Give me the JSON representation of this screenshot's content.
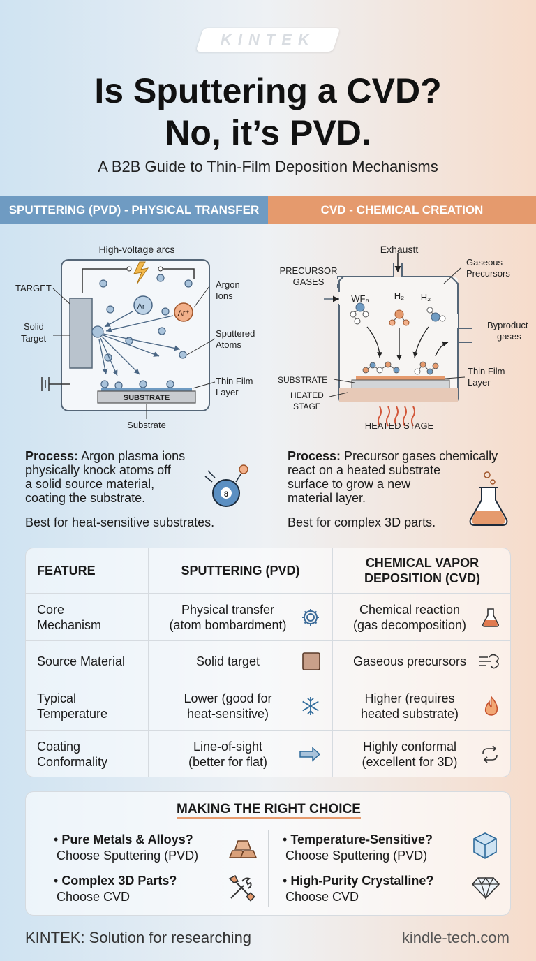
{
  "logo": {
    "text": "KINTEK"
  },
  "header": {
    "title_line1": "Is Sputtering a CVD?",
    "title_line2": "No, it’s PVD.",
    "subtitle": "A B2B Guide to Thin-Film Deposition Mechanisms"
  },
  "bands": {
    "left": "SPUTTERING (PVD) - PHYSICAL TRANSFER",
    "right": "CVD - CHEMICAL CREATION"
  },
  "pvd_diagram": {
    "high_voltage": "High-voltage arcs",
    "target": "TARGET",
    "solid_target_1": "Solid",
    "solid_target_2": "Target",
    "argon_1": "Argon",
    "argon_2": "Ions",
    "ion_label": "Ar⁺",
    "sputtered_1": "Sputtered",
    "sputtered_2": "Atoms",
    "thin_film_1": "Thin Film",
    "thin_film_2": "Layer",
    "substrate_box": "SUBSTRATE",
    "substrate": "Substrate"
  },
  "cvd_diagram": {
    "exhaust": "Exhaustt",
    "precursor_gases_1": "PRECURSOR",
    "precursor_gases_2": "GASES",
    "gaseous_1": "Gaseous",
    "gaseous_2": "Precursors",
    "wf6": "WF₆",
    "h2_a": "H₂",
    "h2_b": "H₂",
    "byproduct_1": "Byproduct",
    "byproduct_2": "gases",
    "thin_film_1": "Thin Film",
    "thin_film_2": "Layer",
    "substrate": "SUBSTRATE",
    "heated_1": "HEATED",
    "heated_2": "STAGE",
    "heated_stage": "HEATED STAGE"
  },
  "pvd_process": {
    "label": "Process:",
    "line1": " Argon plasma ions",
    "line2": "physically knock atoms off",
    "line3": "a solid source material,",
    "line4": "coating the substrate.",
    "best": "Best for heat-sensitive substrates.",
    "ball_number": "8"
  },
  "cvd_process": {
    "label": "Process:",
    "line1": " Precursor gases chemically",
    "line2": "react on a heated substrate",
    "line3": "surface to grow a new",
    "line4": "material layer.",
    "best": "Best for complex 3D parts."
  },
  "table": {
    "headers": [
      "FEATURE",
      "SPUTTERING (PVD)",
      "CHEMICAL VAPOR",
      "DEPOSITION (CVD)"
    ],
    "rows": [
      {
        "feature": [
          "Core",
          "Mechanism"
        ],
        "pvd": [
          "Physical transfer",
          "(atom bombardment)"
        ],
        "cvd": [
          "Chemical reaction",
          "(gas decomposition)"
        ]
      },
      {
        "feature": [
          "Source Material"
        ],
        "pvd": [
          "Solid target"
        ],
        "cvd": [
          "Gaseous precursors"
        ]
      },
      {
        "feature": [
          "Typical",
          "Temperature"
        ],
        "pvd": [
          "Lower (good for",
          "heat-sensitive)"
        ],
        "cvd": [
          "Higher (requires",
          "heated substrate)"
        ]
      },
      {
        "feature": [
          "Coating",
          "Conformality"
        ],
        "pvd": [
          "Line-of-sight",
          "(better for flat)"
        ],
        "cvd": [
          "Highly conformal",
          "(excellent for 3D)"
        ]
      }
    ]
  },
  "choice": {
    "title": "MAKING THE RIGHT CHOICE",
    "items": [
      {
        "head": "Pure Metals & Alloys?",
        "sub": "Choose Sputtering (PVD)"
      },
      {
        "head": "Complex 3D Parts?",
        "sub": "Choose CVD"
      },
      {
        "head": "Temperature-Sensitive?",
        "sub": "Choose Sputtering (PVD)"
      },
      {
        "head": "High-Purity Crystalline?",
        "sub": "Choose CVD"
      }
    ]
  },
  "footer": {
    "left": "KINTEK: Solution for researching",
    "right": "kindle-tech.com"
  },
  "colors": {
    "pvd_blue": "#6f9bc2",
    "cvd_orange": "#e59a6d"
  }
}
